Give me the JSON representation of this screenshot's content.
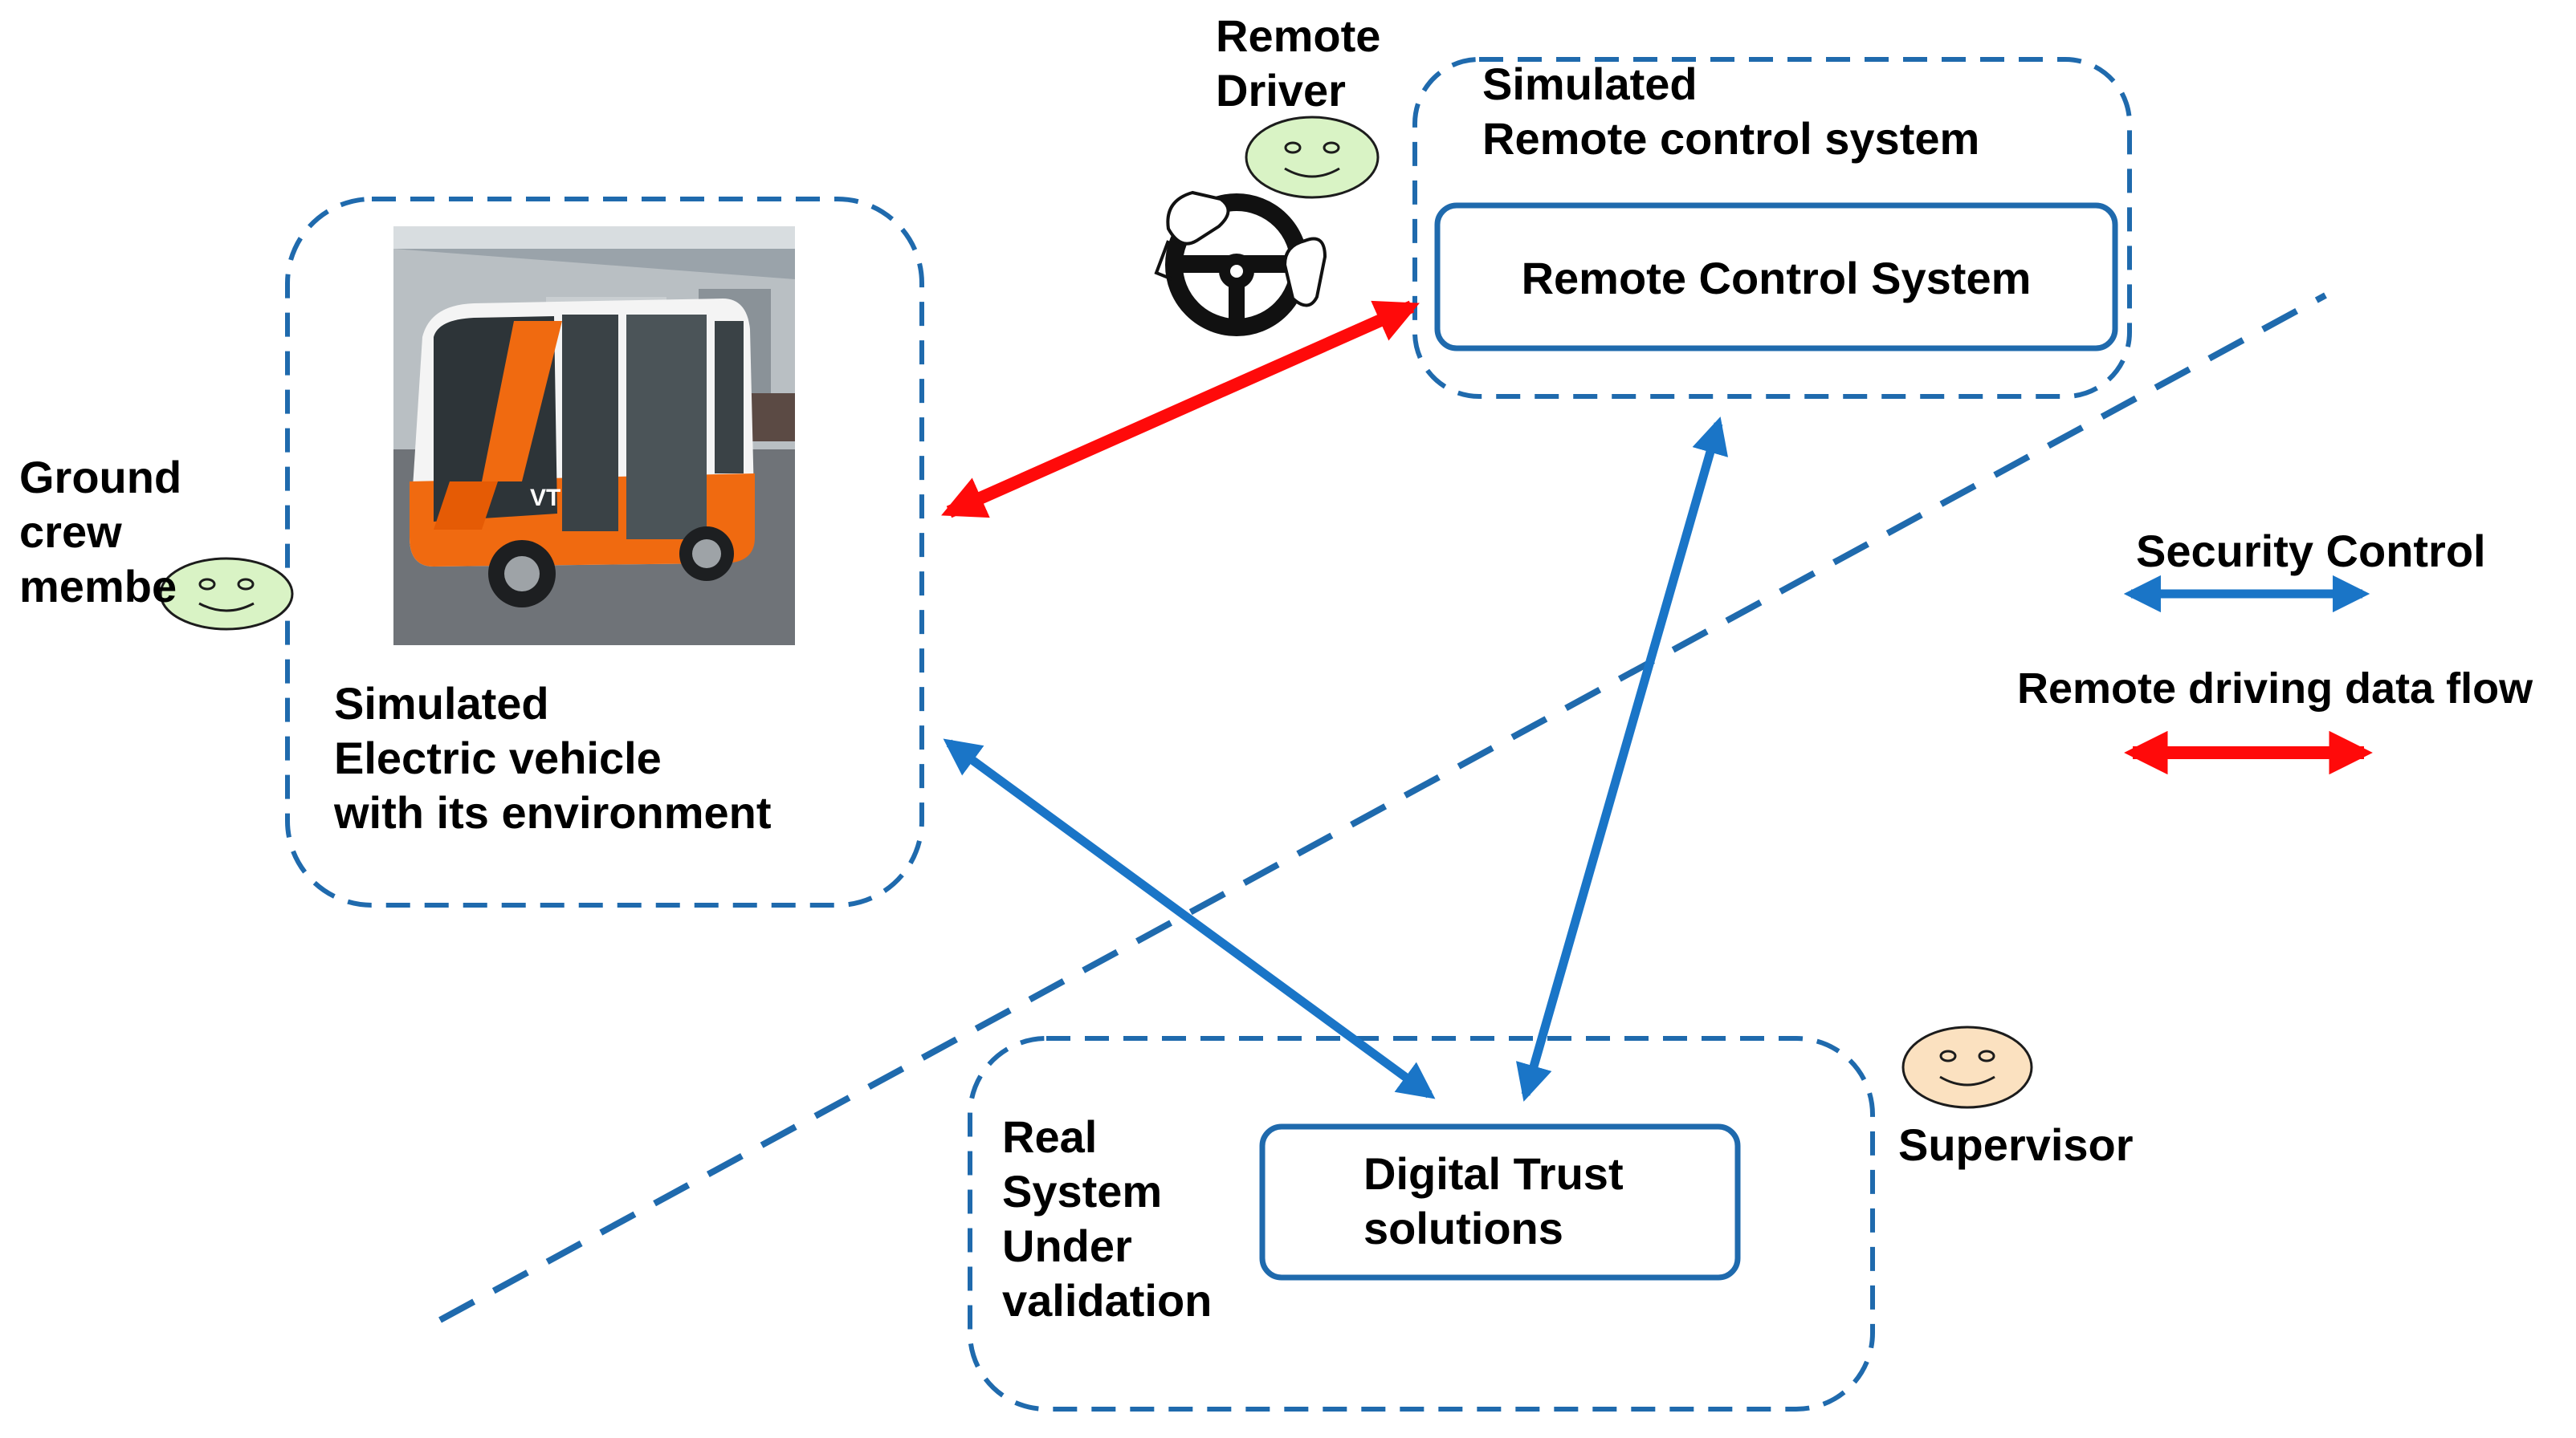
{
  "labels": {
    "remote_driver": [
      "Remote",
      "Driver"
    ],
    "ground_crew": [
      "Ground",
      "crew",
      "membe"
    ],
    "supervisor": "Supervisor",
    "simulated_remote": [
      "Simulated",
      "Remote control system"
    ],
    "remote_control_system": "Remote Control System",
    "simulated_vehicle": [
      "Simulated",
      "Electric vehicle",
      "with its environment"
    ],
    "real_system": [
      "Real",
      "System",
      "Under",
      "validation"
    ],
    "digital_trust": [
      "Digital Trust",
      "solutions"
    ]
  },
  "legend": {
    "security_control": "Security Control",
    "remote_driving": "Remote driving data flow"
  },
  "vehicle_photo": {
    "body_logo": "VT"
  },
  "colors": {
    "security_control": "#1a75c7",
    "remote_driving": "#ff0a0a",
    "box_border": "#1f6aad",
    "face_green": "#d9f3c5",
    "face_tan": "#fbe1c0",
    "vehicle_orange": "#f06a10"
  },
  "icons": {
    "remote_driver": "steering-wheel-icon",
    "driver_face": "smiley-face-icon",
    "ground_crew_face": "smiley-face-icon",
    "supervisor_face": "smiley-face-icon"
  }
}
